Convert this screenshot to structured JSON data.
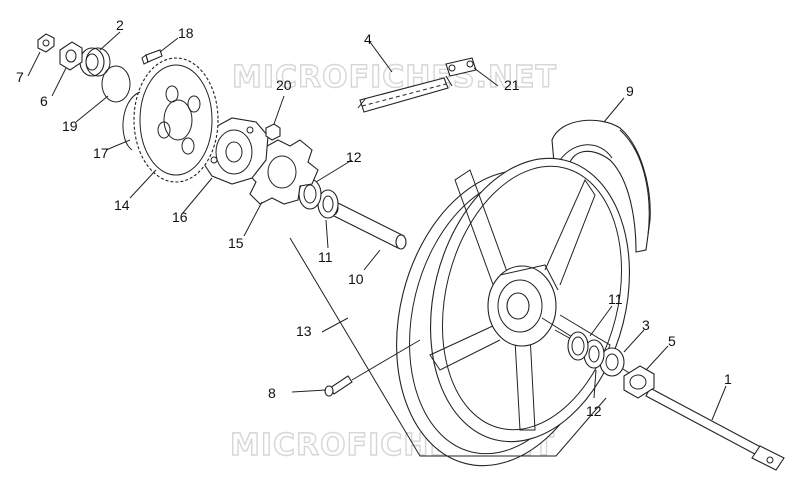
{
  "watermark": "MICROFICHES.NET",
  "callouts": {
    "c1": "1",
    "c2": "2",
    "c3": "3",
    "c4": "4",
    "c5": "5",
    "c6": "6",
    "c7": "7",
    "c8": "8",
    "c9": "9",
    "c10": "10",
    "c11a": "11",
    "c11b": "11",
    "c12a": "12",
    "c12b": "12",
    "c13": "13",
    "c14": "14",
    "c15": "15",
    "c16": "16",
    "c17": "17",
    "c18": "18",
    "c19": "19",
    "c20": "20",
    "c21": "21"
  }
}
